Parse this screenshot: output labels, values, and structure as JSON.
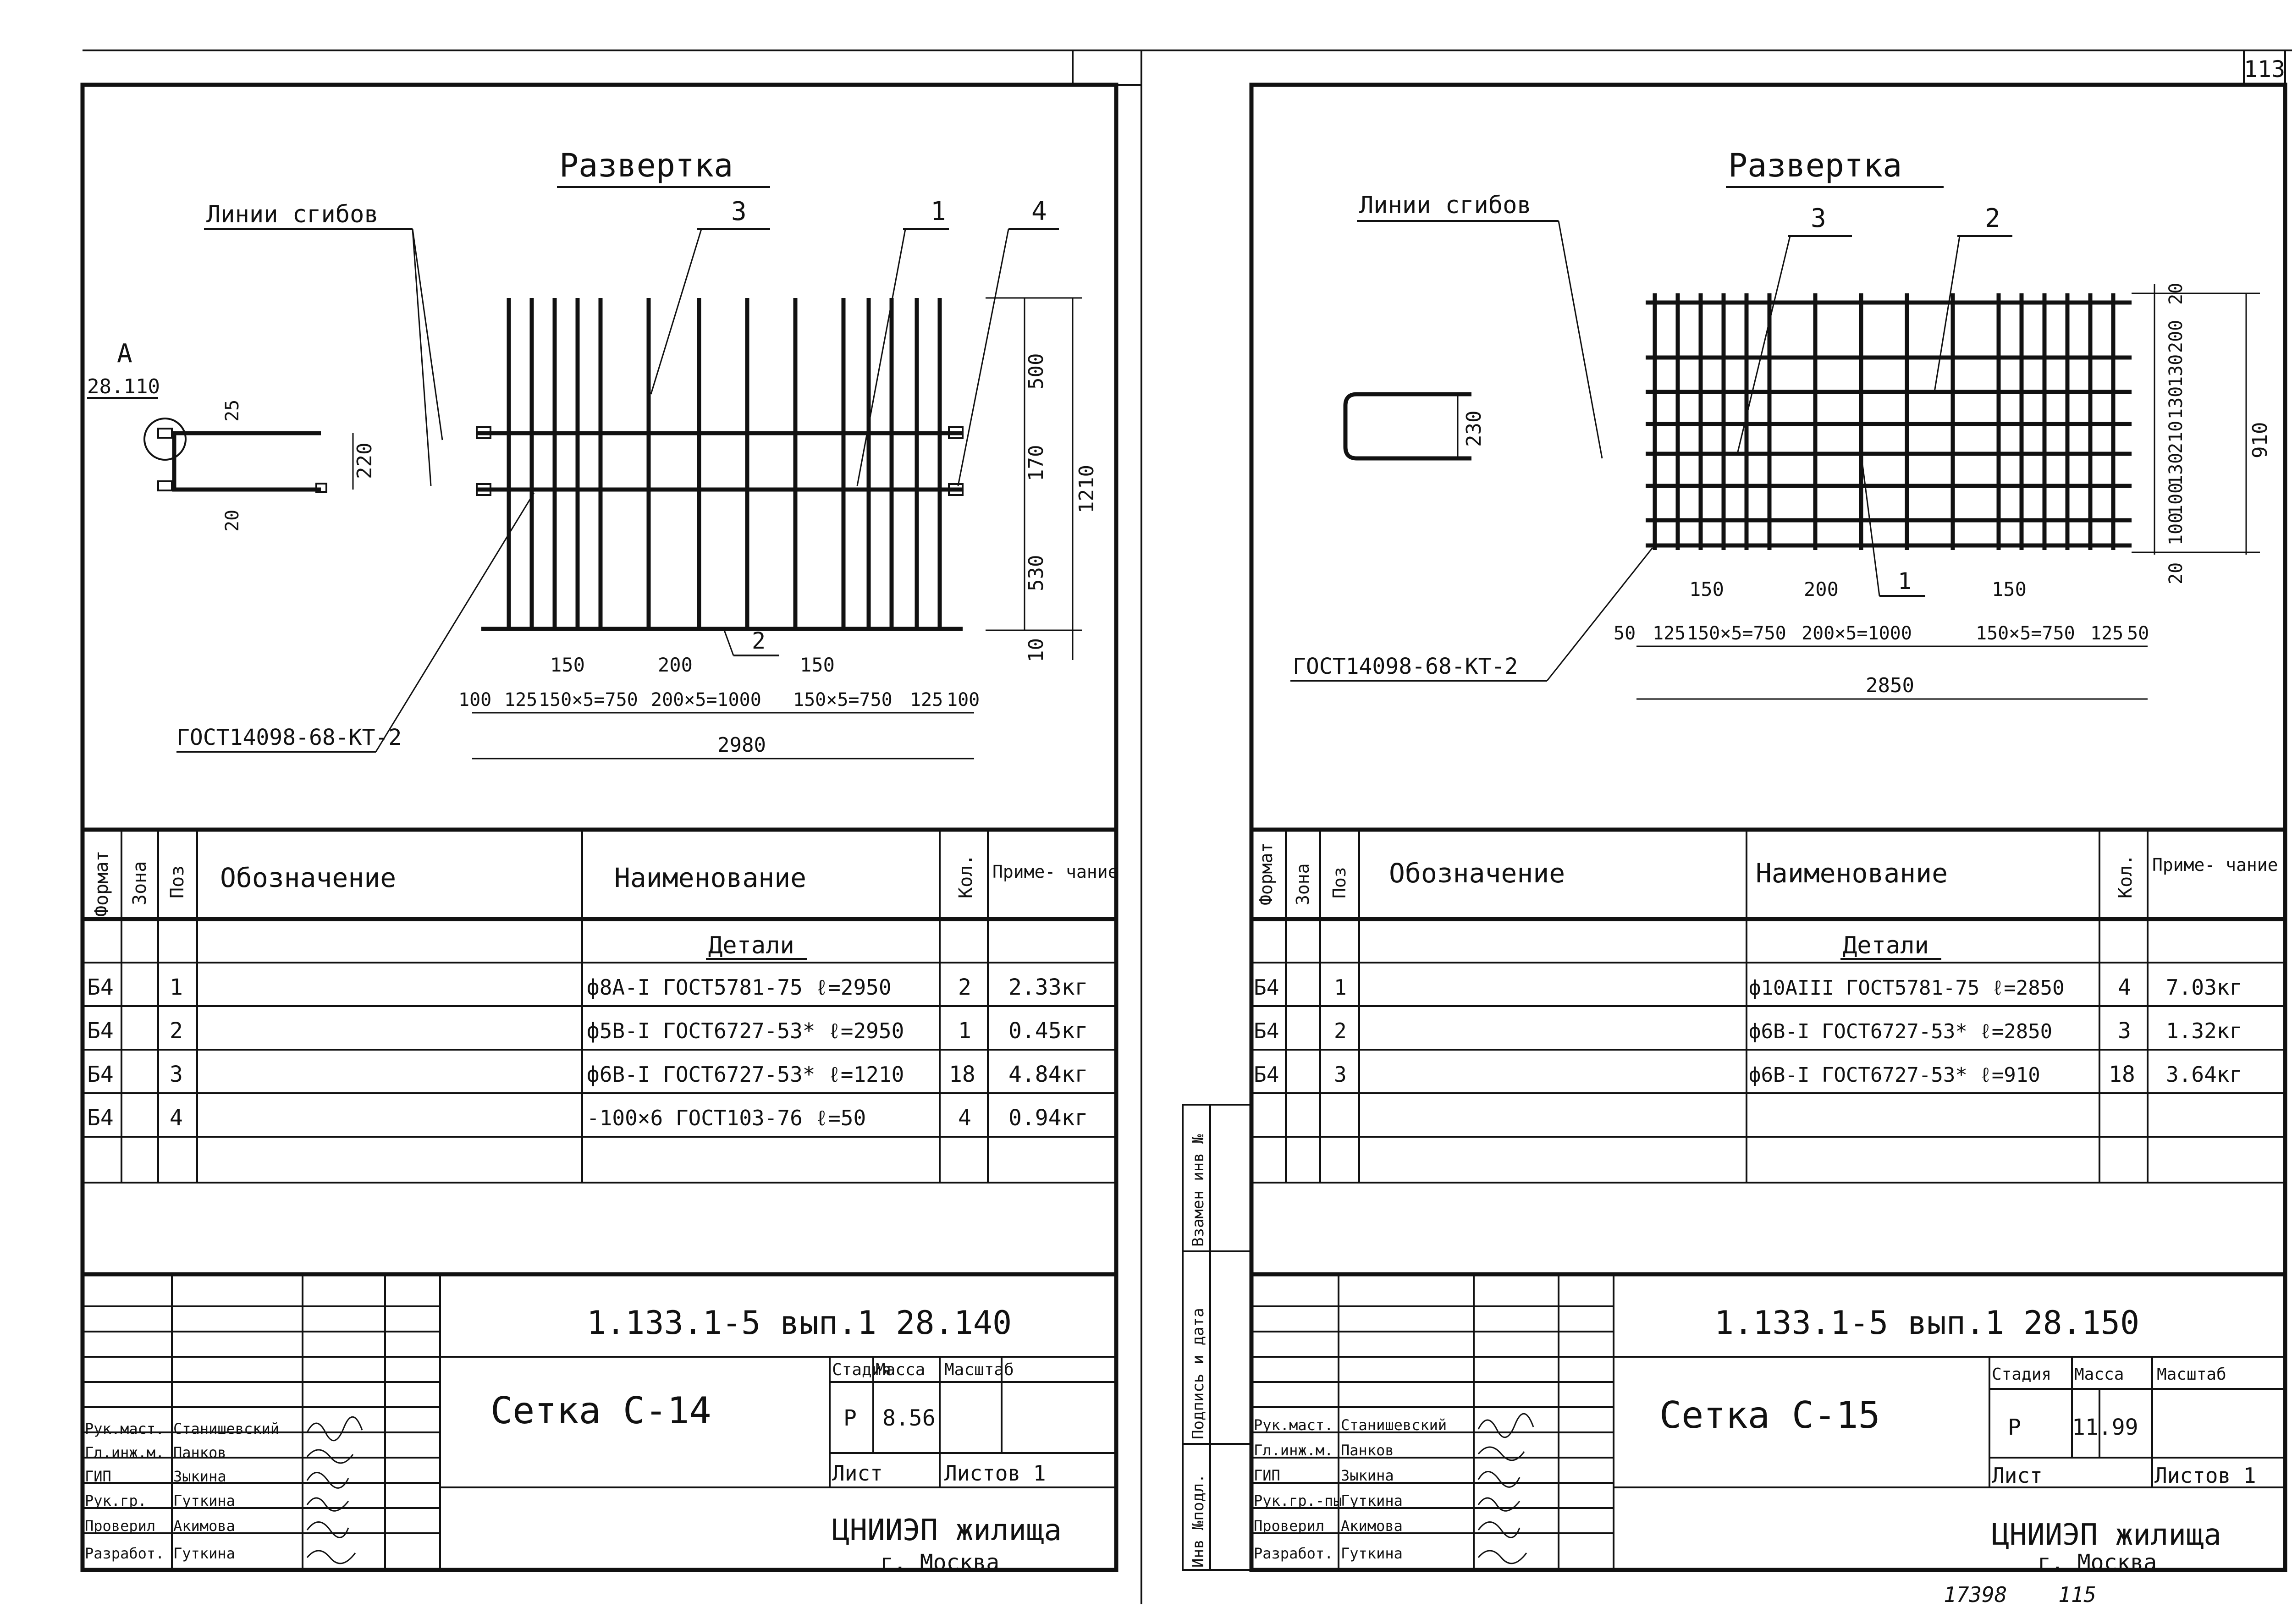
{
  "page_number": "113",
  "footer_numbers": [
    "17398",
    "115"
  ],
  "side_stamps": [
    "Взамен инв №",
    "Подпись и дата",
    "Инв №подл."
  ],
  "sheets": [
    {
      "heading": "Развертка",
      "fold_label": "Линии сгибов",
      "detail_label": "А",
      "detail_ref": "28.110",
      "gost_callout": "ГОСТ14098-68-КТ-2",
      "pos_callouts": [
        "3",
        "1",
        "4",
        "2"
      ],
      "dims": {
        "d25": "25",
        "d20": "20",
        "d220": "220",
        "d500": "500",
        "d170": "170",
        "d530": "530",
        "d10": "10",
        "d1210": "1210",
        "sp150a": "150",
        "sp200": "200",
        "sp150b": "150",
        "chain": [
          "100",
          "125",
          "150×5=750",
          "200×5=1000",
          "150×5=750",
          "125",
          "100"
        ],
        "total": "2980"
      },
      "table": {
        "headers": [
          "Формат",
          "Зона",
          "Поз",
          "Обозначение",
          "Наименование",
          "Кол.",
          "Приме-\nчание"
        ],
        "section": "Детали",
        "rows": [
          {
            "fmt": "Б4",
            "pos": "1",
            "name": "ф8А-I ГОСТ5781-75 ℓ=2950",
            "qty": "2",
            "note": "2.33кг"
          },
          {
            "fmt": "Б4",
            "pos": "2",
            "name": "ф5В-I ГОСТ6727-53* ℓ=2950",
            "qty": "1",
            "note": "0.45кг"
          },
          {
            "fmt": "Б4",
            "pos": "3",
            "name": "ф6В-I ГОСТ6727-53* ℓ=1210",
            "qty": "18",
            "note": "4.84кг"
          },
          {
            "fmt": "Б4",
            "pos": "4",
            "name": "-100×6 ГОСТ103-76 ℓ=50",
            "qty": "4",
            "note": "0.94кг"
          }
        ]
      },
      "title_block": {
        "code": "1.133.1-5 вып.1  28.140",
        "title": "Сетка  С-14",
        "h_stage": "Стадия",
        "h_mass": "Масса",
        "h_scale": "Масштаб",
        "stage": "Р",
        "mass": "8.56",
        "sheet": "Лист",
        "sheets": "Листов 1",
        "org": "ЦНИИЭП жилища",
        "city": "г. Москва",
        "people": [
          {
            "role": "Рук.маст.",
            "name": "Станишевский"
          },
          {
            "role": "Гл.инж.м.",
            "name": "Панков"
          },
          {
            "role": "ГИП",
            "name": "Зыкина"
          },
          {
            "role": "Рук.гр.",
            "name": "Гуткина"
          },
          {
            "role": "Проверил",
            "name": "Акимова"
          },
          {
            "role": "Разработ.",
            "name": "Гуткина"
          }
        ]
      }
    },
    {
      "heading": "Развертка",
      "fold_label": "Линии сгибов",
      "gost_callout": "ГОСТ14098-68-КТ-2",
      "pos_callouts": [
        "3",
        "2",
        "1"
      ],
      "dims": {
        "d230": "230",
        "v_chain": [
          "20",
          "100",
          "100",
          "130",
          "210",
          "130",
          "130",
          "200",
          "20"
        ],
        "d910": "910",
        "sp150a": "150",
        "sp200": "200",
        "sp150b": "150",
        "chain": [
          "50",
          "125",
          "150×5=750",
          "200×5=1000",
          "150×5=750",
          "125",
          "50"
        ],
        "total": "2850"
      },
      "table": {
        "headers": [
          "Формат",
          "Зона",
          "Поз",
          "Обозначение",
          "Наименование",
          "Кол.",
          "Приме-\nчание"
        ],
        "section": "Детали",
        "rows": [
          {
            "fmt": "Б4",
            "pos": "1",
            "name": "ф10АIII ГОСТ5781-75 ℓ=2850",
            "qty": "4",
            "note": "7.03кг"
          },
          {
            "fmt": "Б4",
            "pos": "2",
            "name": "ф6В-I ГОСТ6727-53* ℓ=2850",
            "qty": "3",
            "note": "1.32кг"
          },
          {
            "fmt": "Б4",
            "pos": "3",
            "name": "ф6В-I ГОСТ6727-53* ℓ=910",
            "qty": "18",
            "note": "3.64кг"
          }
        ]
      },
      "title_block": {
        "code": "1.133.1-5 вып.1  28.150",
        "title": "Сетка  С-15",
        "h_stage": "Стадия",
        "h_mass": "Масса",
        "h_scale": "Масштаб",
        "stage": "Р",
        "mass": "11.99",
        "sheet": "Лист",
        "sheets": "Листов 1",
        "org": "ЦНИИЭП жилища",
        "city": "г. Москва",
        "people": [
          {
            "role": "Рук.маст.",
            "name": "Станишевский"
          },
          {
            "role": "Гл.инж.м.",
            "name": "Панков"
          },
          {
            "role": "ГИП",
            "name": "Зыкина"
          },
          {
            "role": "Рук.гр.-пы",
            "name": "Гуткина"
          },
          {
            "role": "Проверил",
            "name": "Акимова"
          },
          {
            "role": "Разработ.",
            "name": "Гуткина"
          }
        ]
      }
    }
  ]
}
